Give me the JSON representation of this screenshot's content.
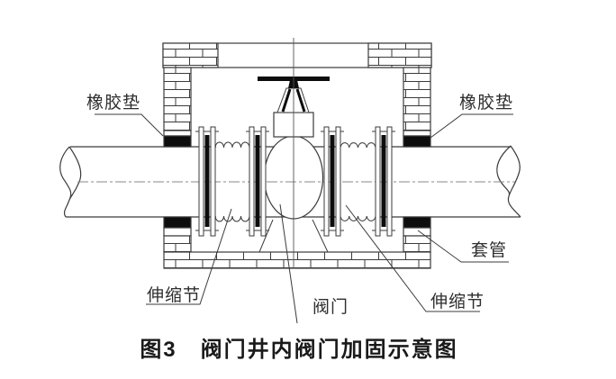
{
  "figure": {
    "caption": "图3　阀门井内阀门加固示意图",
    "labels": {
      "rubber_pad_left": "橡胶垫",
      "rubber_pad_right": "橡胶垫",
      "casing": "套管",
      "expansion_joint_left": "伸缩节",
      "expansion_joint_right": "伸缩节",
      "valve": "阀门"
    },
    "colors": {
      "line": "#3b3b3b",
      "solid_fill": "#0d0d0d",
      "centerline": "#8a8a8a",
      "background": "#ffffff"
    }
  }
}
